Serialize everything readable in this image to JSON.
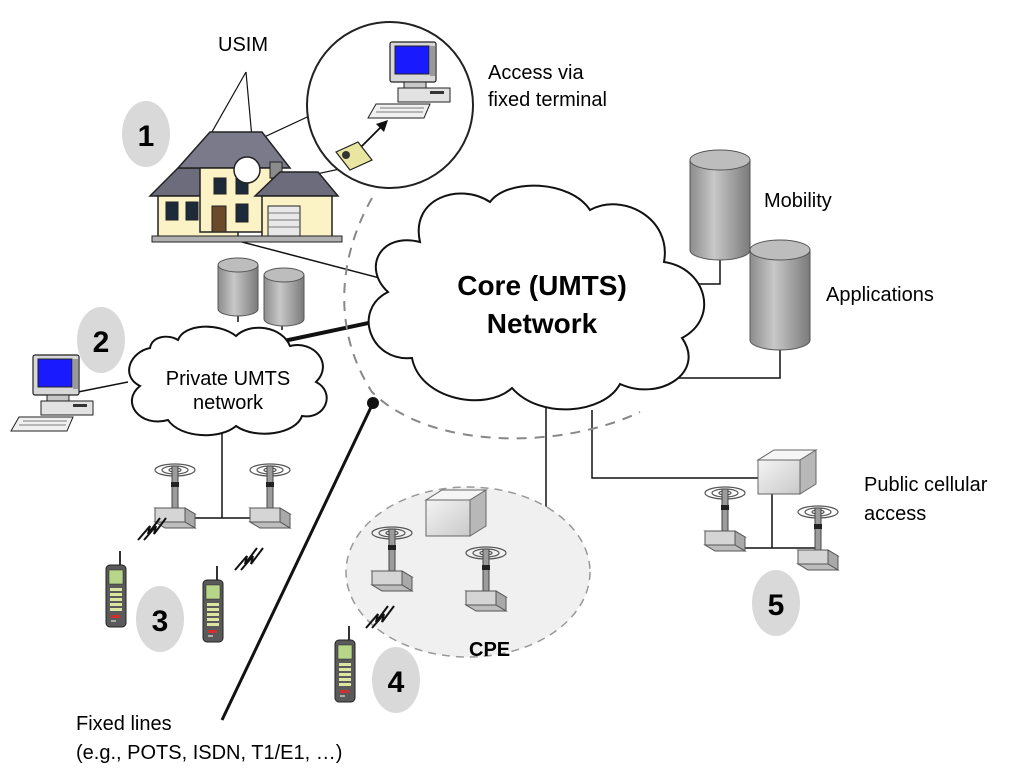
{
  "labels": {
    "usim": "USIM",
    "access_fixed_1": "Access via",
    "access_fixed_2": "fixed terminal",
    "mobility": "Mobility",
    "applications": "Applications",
    "core_1": "Core (UMTS)",
    "core_2": "Network",
    "private_1": "Private UMTS",
    "private_2": "network",
    "public_1": "Public cellular",
    "public_2": "access",
    "cpe": "CPE",
    "fixed_lines_1": "Fixed lines",
    "fixed_lines_2": "(e.g., POTS, ISDN, T1/E1, …)"
  },
  "scenarios": [
    "1",
    "2",
    "3",
    "4",
    "5"
  ],
  "colors": {
    "number_badge": "#d9d9d9",
    "database": "#9a9a9a",
    "cpe_zone_stroke": "#999999",
    "cpe_zone_fill": "#f0f0f0",
    "house_wall": "#fbf3c6",
    "monitor_screen": "#1a1aff"
  }
}
